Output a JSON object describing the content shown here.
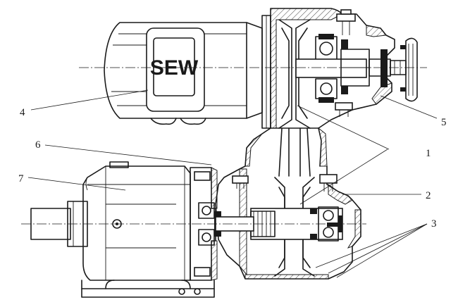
{
  "logo": {
    "text": "SEW"
  },
  "callouts": [
    "1",
    "2",
    "3",
    "4",
    "5",
    "6",
    "7"
  ]
}
